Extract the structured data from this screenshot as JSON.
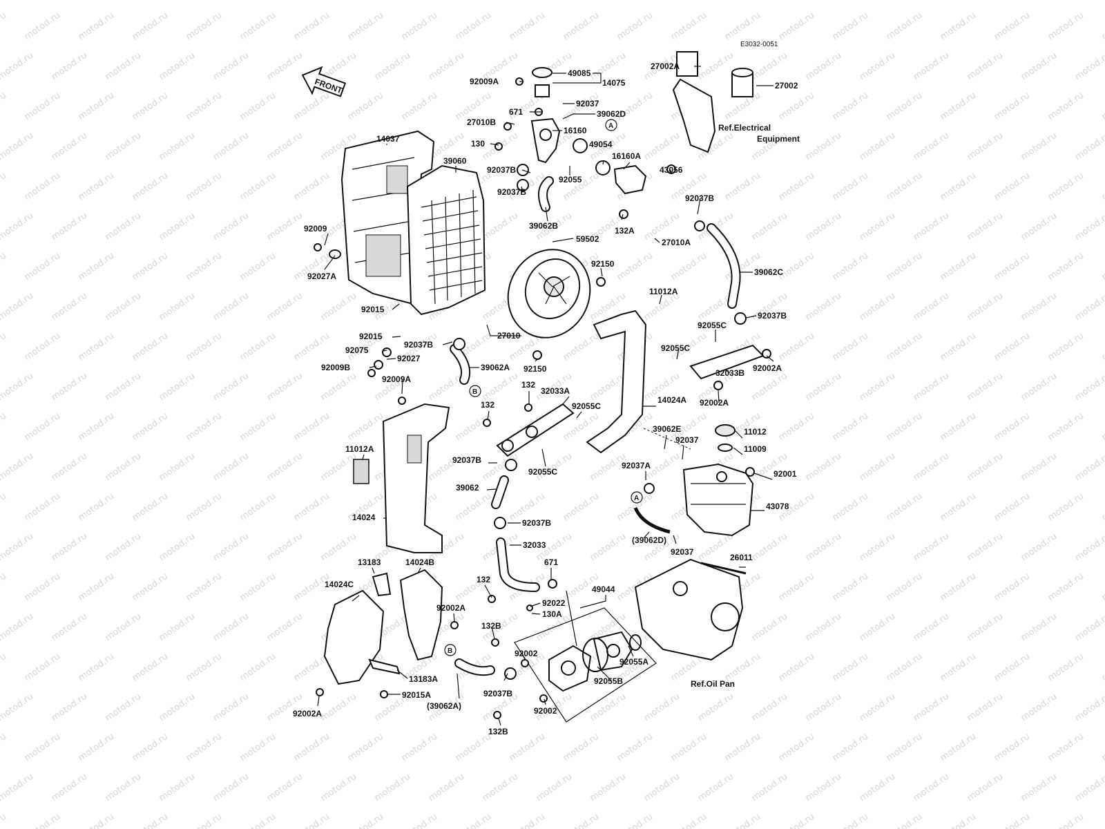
{
  "diagram": {
    "code": "E3032-0051",
    "front_label": "FRONT",
    "watermark": "motod.ru",
    "callouts": {
      "A": "A",
      "B": "B"
    },
    "labels": {
      "p27002A": "27002A",
      "p27002": "27002",
      "p49085": "49085",
      "p14075": "14075",
      "p92009A": "92009A",
      "p92037_top": "92037",
      "p671_top": "671",
      "p39062D": "39062D",
      "p27010B": "27010B",
      "p16160": "16160",
      "p130": "130",
      "p49054": "49054",
      "p16160A": "16160A",
      "p43056": "43056",
      "p92037B_a": "92037B",
      "p92055": "92055",
      "p92037B_b": "92037B",
      "p92037B_c": "92037B",
      "p132A": "132A",
      "p27010A": "27010A",
      "p39062B": "39062B",
      "p14037": "14037",
      "p39060": "39060",
      "p92009": "92009",
      "p92027A": "92027A",
      "p59502": "59502",
      "p92150_a": "92150",
      "p39062C": "39062C",
      "p11012A_a": "11012A",
      "p92037B_d": "92037B",
      "p92015_a": "92015",
      "p92015_b": "92015",
      "p92037B_e": "92037B",
      "p27010": "27010",
      "p92075": "92075",
      "p92027": "92027",
      "p92009B": "92009B",
      "p39062A": "39062A",
      "p92150_b": "92150",
      "p92055C_a": "92055C",
      "p92055C_b": "92055C",
      "p32033B": "32033B",
      "p92002A_a": "92002A",
      "p92002A_b": "92002A",
      "p92009A_b": "92009A",
      "p132_a": "132",
      "p32033A": "32033A",
      "p132_b": "132",
      "p92055C_c": "92055C",
      "p14024A": "14024A",
      "p39062E": "39062E",
      "p11012": "11012",
      "p92037_b": "92037",
      "p11009": "11009",
      "p11012A_b": "11012A",
      "p92037B_f": "92037B",
      "p92055C_d": "92055C",
      "p92037A": "92037A",
      "p92001": "92001",
      "p39062": "39062",
      "p43078": "43078",
      "p14024": "14024",
      "p92037B_g": "92037B",
      "p39062D_paren": "(39062D)",
      "p92037_c": "92037",
      "p32033": "32033",
      "p13183": "13183",
      "p14024B": "14024B",
      "p671_b": "671",
      "p49044": "49044",
      "p26011": "26011",
      "p14024C": "14024C",
      "p132_c": "132",
      "p92022": "92022",
      "p130A": "130A",
      "p92002A_c": "92002A",
      "p132B_a": "132B",
      "p92002_a": "92002",
      "p92055A": "92055A",
      "p92055B": "92055B",
      "p13183A": "13183A",
      "p92037B_h": "92037B",
      "p92015A": "92015A",
      "p39062A_paren": "(39062A)",
      "p92002_b": "92002",
      "p132B_b": "132B",
      "p92002A_d": "92002A",
      "ref_electrical_1": "Ref.Electrical",
      "ref_electrical_2": "Equipment",
      "ref_oil_pan": "Ref.Oil Pan"
    }
  }
}
